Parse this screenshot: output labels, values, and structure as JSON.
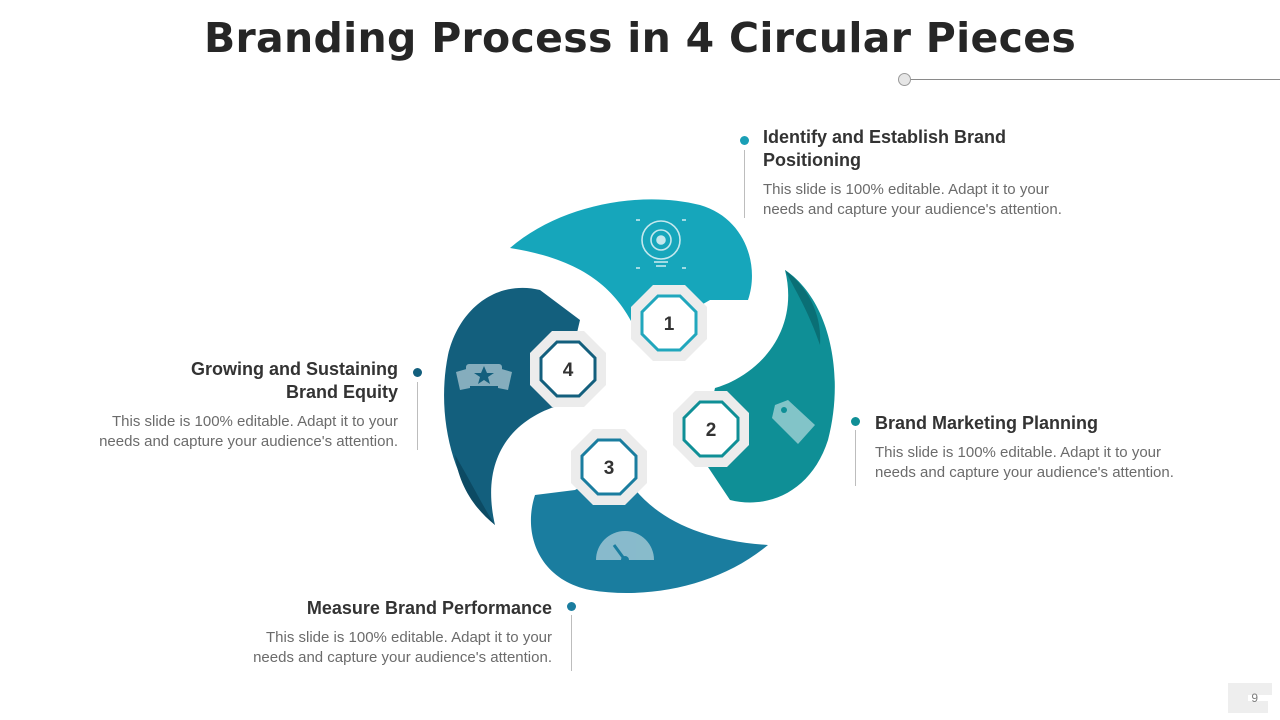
{
  "title": "Branding Process in 4 Circular Pieces",
  "page_number": "9",
  "colors": {
    "piece1": "#17a2b8",
    "piece2": "#0e8a94",
    "piece3": "#1a7a9a",
    "piece4": "#135e7a",
    "octagon_outline": "#1f93ad"
  },
  "steps": [
    {
      "number": "1",
      "title": "Identify and Establish Brand Positioning",
      "title_line1": "Identify and Establish Brand",
      "title_line2": "Positioning",
      "text_line1": "This slide is 100% editable. Adapt it to your",
      "text_line2": "needs and capture your audience's attention.",
      "icon": "lightbulb-gear-icon"
    },
    {
      "number": "2",
      "title": "Brand Marketing Planning",
      "text_line1": "This slide is 100% editable. Adapt it to your",
      "text_line2": "needs and capture your audience's attention.",
      "icon": "price-tag-icon"
    },
    {
      "number": "3",
      "title": "Measure Brand Performance",
      "text_line1": "This slide is 100% editable. Adapt it to your",
      "text_line2": "needs and capture your audience's attention.",
      "icon": "speedometer-icon"
    },
    {
      "number": "4",
      "title_line1": "Growing and Sustaining",
      "title_line2": "Brand Equity",
      "text_line1": "This slide is 100% editable. Adapt it to your",
      "text_line2": "needs and capture your audience's attention.",
      "icon": "ribbon-star-icon"
    }
  ]
}
